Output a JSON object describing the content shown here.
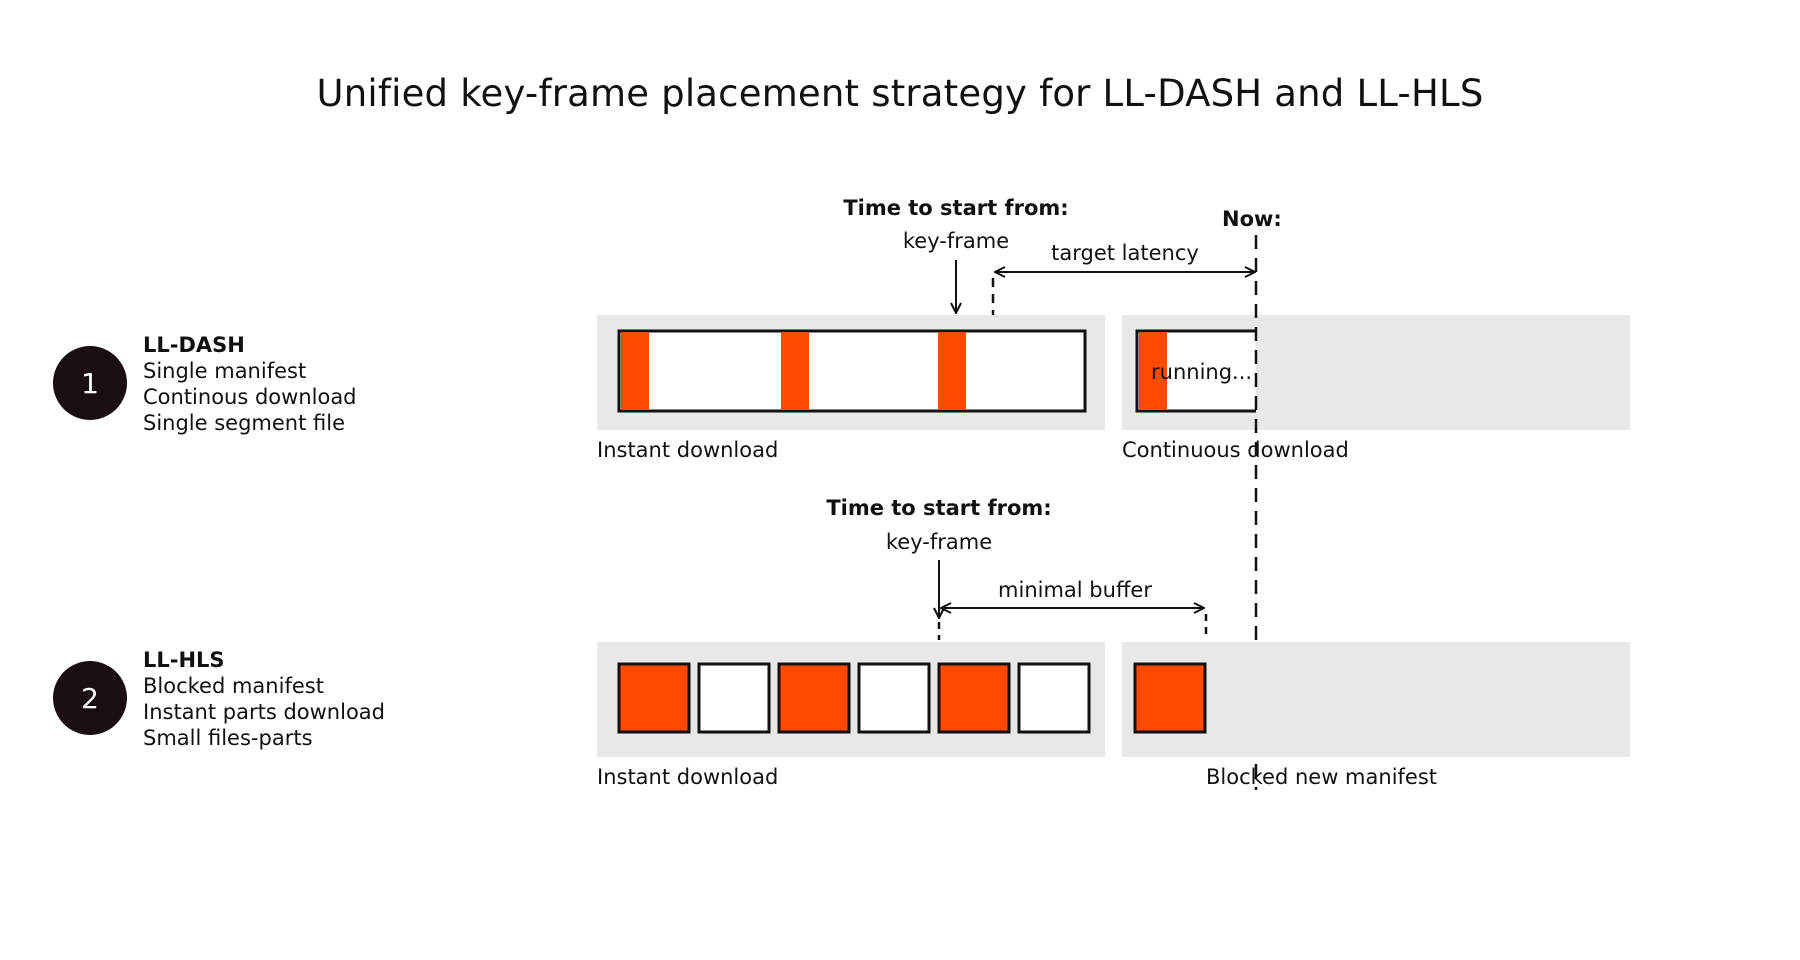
{
  "title": "Unified key-frame placement strategy for LL-DASH and LL-HLS",
  "colors": {
    "accent": "#ff4a00",
    "panel": "#e8e8e8",
    "ink": "#111111",
    "badge": "#1a0e14"
  },
  "protocols": [
    {
      "number": "1",
      "name": "LL-DASH",
      "lines": [
        "Single manifest",
        "Continous download",
        "Single segment file"
      ]
    },
    {
      "number": "2",
      "name": "LL-HLS",
      "lines": [
        "Blocked manifest",
        "Instant parts download",
        "Small files-parts"
      ]
    }
  ],
  "dash": {
    "start_heading": "Time to start from:",
    "start_keyframe": "key-frame",
    "now_label": "Now:",
    "latency_label": "target latency",
    "running_label": "running...",
    "left_caption": "Instant download",
    "right_caption": "Continuous download"
  },
  "hls": {
    "start_heading": "Time to start from:",
    "start_keyframe": "key-frame",
    "buffer_label": "minimal buffer",
    "left_caption": "Instant download",
    "right_caption": "Blocked new manifest",
    "parts": [
      "keyframe",
      "plain",
      "keyframe",
      "plain",
      "keyframe",
      "plain"
    ]
  }
}
